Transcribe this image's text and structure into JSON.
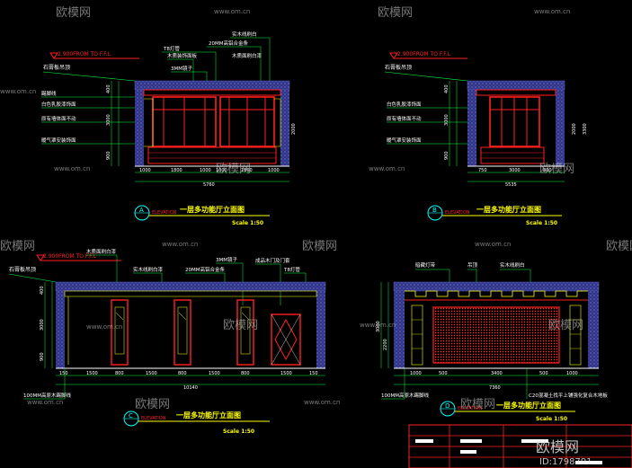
{
  "colors": {
    "background": "#000000",
    "wall": "#3a3f9a",
    "red": "#ff2020",
    "green": "#00ff40",
    "yellow": "#ffff00",
    "white": "#ffffff",
    "cyan": "#00ffff",
    "watermark": "#d8d8d8"
  },
  "watermark": {
    "brand": "欧模网",
    "site": "www.om.cn",
    "id": "ID:1798791"
  },
  "panels": {
    "A": {
      "level_label": "2.900FROM TO F.F.L",
      "ceiling_note": "石膏板吊顶",
      "side_notes": [
        "踢脚线",
        "白色乳胶漆饰面",
        "原有墙体面不动",
        "暖气罩安装饰面"
      ],
      "top_notes": [
        "T8灯管",
        "20MM高铝合金条",
        "实木线刷白",
        "木质装饰面板",
        "3MM镜子",
        "木质面刷白漆"
      ],
      "heights": [
        "400",
        "3000",
        "900",
        "2000"
      ],
      "dims": [
        "1000",
        "1800",
        "1000",
        "1000",
        "1800",
        "1000"
      ],
      "total": "5760",
      "marker": "A",
      "elev_tag": "ELEVATION",
      "title": "一层多功能厅立面图",
      "scale": "Scale 1:50"
    },
    "B": {
      "level_label": "2.900FROM TO F.F.L",
      "ceiling_note": "石膏板吊顶",
      "side_notes": [
        "白色乳胶漆饰面",
        "原有墙体面不动",
        "暖气罩安装饰面"
      ],
      "heights": [
        "400",
        "3000",
        "900",
        "2000",
        "3300"
      ],
      "dims": [
        "750",
        "3000",
        "800"
      ],
      "total": "5535",
      "marker": "B",
      "elev_tag": "ELEVATION",
      "title": "一层多功能厅立面图",
      "scale": "Scale 1:50"
    },
    "C": {
      "level_label": "2.900FROM TO F.F.L",
      "ceiling_note": "石膏板吊顶",
      "top_notes": [
        "木质面刷白漆",
        "实木线刷白漆",
        "20MM高铝合金条",
        "3MM镜子",
        "成品木门及门套",
        "T8灯管"
      ],
      "heights": [
        "400",
        "3000",
        "900"
      ],
      "dims": [
        "150",
        "1500",
        "800",
        "1500",
        "800",
        "1500",
        "800",
        "1500",
        "150"
      ],
      "total": "10140",
      "foot_note": "100MM高原木踢脚线",
      "marker": "C",
      "elev_tag": "ELEVATION",
      "title": "一层多功能厅立面图",
      "scale": "Scale 1:50"
    },
    "D": {
      "top_notes": [
        "暗藏灯带",
        "吊顶",
        "实木线刷白"
      ],
      "heights": [
        "3000",
        "2200"
      ],
      "dims": [
        "1000",
        "500",
        "3400",
        "500",
        "1000"
      ],
      "total": "7360",
      "foot_note": "100MM高原木踢脚线",
      "foot_note2": "C20混凝土找平上铺强化复合木地板",
      "marker": "D",
      "elev_tag": "ELEVATION",
      "title": "一层多功能厅立面图",
      "scale": "Scale 1:50"
    }
  }
}
